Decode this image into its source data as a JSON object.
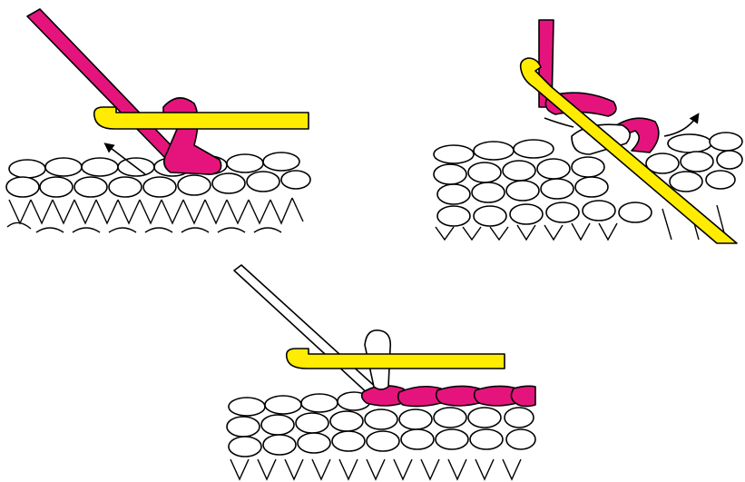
{
  "colors": {
    "yarn": "#e5147d",
    "hook": "#ffec00",
    "fabric": "#ffffff",
    "outline": "#000000"
  },
  "panels": [
    {
      "id": "step-1",
      "icon": "crochet-hook-insert-icon"
    },
    {
      "id": "step-2",
      "icon": "yarn-over-pull-through-icon"
    },
    {
      "id": "step-3",
      "icon": "finished-slip-stitch-row-icon"
    }
  ]
}
